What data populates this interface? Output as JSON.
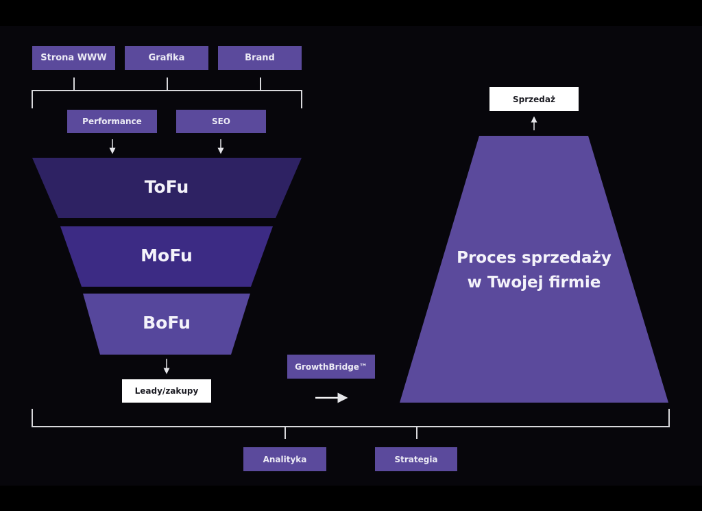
{
  "colors": {
    "background": "#000000",
    "panel": "#07060b",
    "box_purple": "#5b4a9c",
    "tofu": "#2e2263",
    "mofu": "#3c2b84",
    "bofu": "#56479c",
    "sales_process": "#5b4a9c",
    "line": "#d8d8dc"
  },
  "top_inputs": [
    {
      "label": "Strona WWW"
    },
    {
      "label": "Grafika"
    },
    {
      "label": "Brand"
    }
  ],
  "mid_inputs": [
    {
      "label": "Performance"
    },
    {
      "label": "SEO"
    }
  ],
  "funnel": {
    "stages": [
      {
        "label": "ToFu"
      },
      {
        "label": "MoFu"
      },
      {
        "label": "BoFu"
      }
    ],
    "output_label": "Leady/zakupy"
  },
  "bridge": {
    "label": "GrowthBridge™"
  },
  "sales_process": {
    "line1": "Proces sprzedaży",
    "line2": "w Twojej firmie",
    "output_label": "Sprzedaż"
  },
  "foundation": [
    {
      "label": "Analityka"
    },
    {
      "label": "Strategia"
    }
  ]
}
